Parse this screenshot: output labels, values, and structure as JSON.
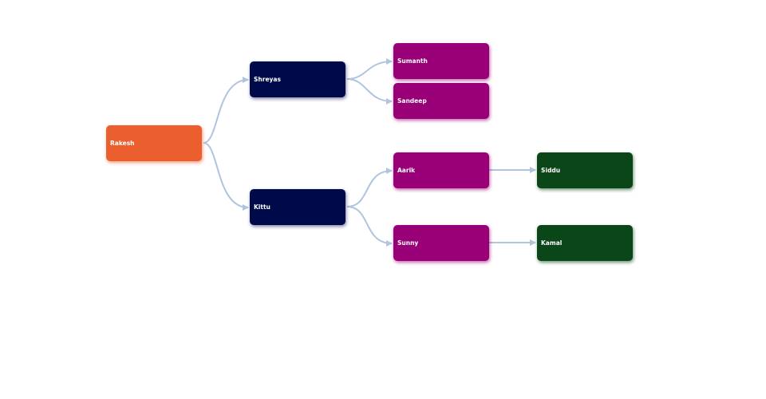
{
  "colors": {
    "root": "#EB5E2E",
    "level1": "#000A4A",
    "level2": "#990077",
    "level3": "#0B4619",
    "edge": "#B0C4DE"
  },
  "nodes": [
    {
      "id": "rakesh",
      "label": "Rakesh"
    },
    {
      "id": "shreyas",
      "label": "Shreyas"
    },
    {
      "id": "kittu",
      "label": "Kittu"
    },
    {
      "id": "sumanth",
      "label": "Sumanth"
    },
    {
      "id": "sandeep",
      "label": "Sandeep"
    },
    {
      "id": "aarik",
      "label": "Aarik"
    },
    {
      "id": "sunny",
      "label": "Sunny"
    },
    {
      "id": "siddu",
      "label": "Siddu"
    },
    {
      "id": "kamal",
      "label": "Kamal"
    }
  ],
  "edges": [
    [
      "Rakesh",
      "Shreyas"
    ],
    [
      "Rakesh",
      "Kittu"
    ],
    [
      "Shreyas",
      "Sumanth"
    ],
    [
      "Shreyas",
      "Sandeep"
    ],
    [
      "Kittu",
      "Aarik"
    ],
    [
      "Kittu",
      "Sunny"
    ],
    [
      "Aarik",
      "Siddu"
    ],
    [
      "Sunny",
      "Kamal"
    ]
  ]
}
